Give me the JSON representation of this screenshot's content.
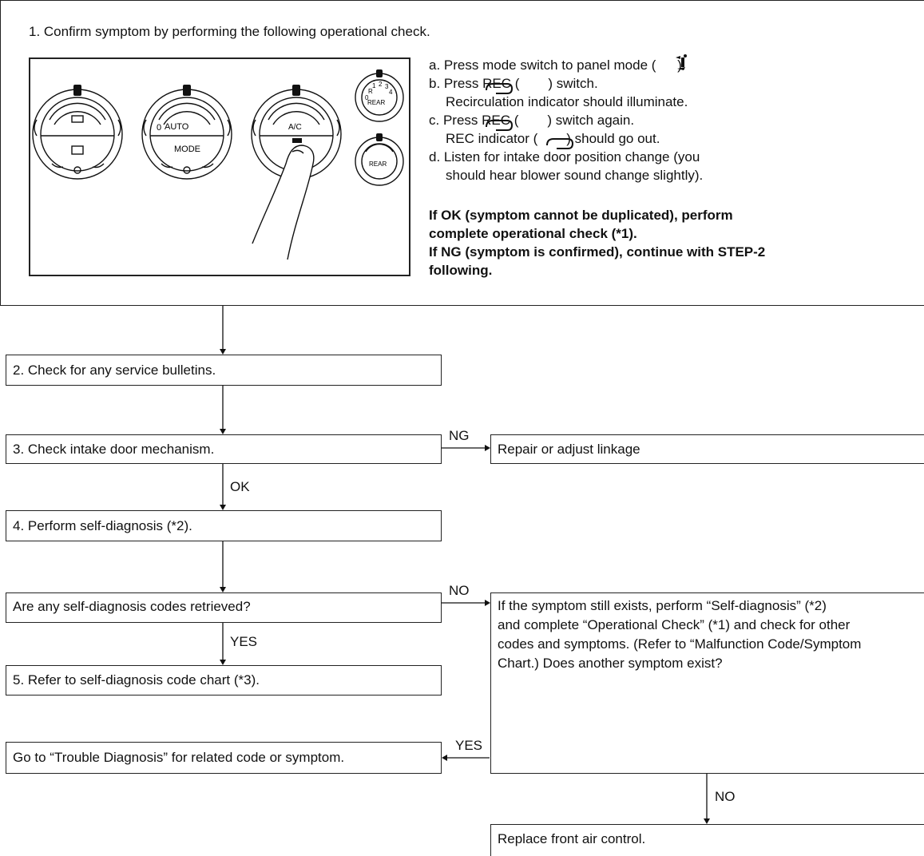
{
  "step1": {
    "title": "1. Confirm symptom by performing the following operational check.",
    "instructions": [
      "a. Press mode switch to panel mode (",
      " ).",
      "b. Press REC (",
      ") switch.",
      "Recirculation indicator should illuminate.",
      "c. Press REC (",
      ") switch again.",
      "REC indicator (",
      ") should go out.",
      "d. Listen for intake door position change (you",
      "should hear blower sound change slightly)."
    ],
    "result_ok": [
      "If OK (symptom cannot be duplicated), perform",
      "complete operational check (*1)."
    ],
    "result_ng": [
      "If NG (symptom is confirmed), continue with STEP-2",
      "following."
    ],
    "panel": {
      "knob_auto": "AUTO",
      "knob_mode": "MODE",
      "knob_zero": "0",
      "knob_ac": "A/C",
      "rear_upper": "REAR",
      "rear_lower": "REAR",
      "rear_scale": [
        "R",
        "1",
        "2",
        "3",
        "4",
        "0"
      ]
    }
  },
  "steps": {
    "s2": "2. Check for any service bulletins.",
    "s3": "3. Check intake door mechanism.",
    "repair": "Repair or adjust linkage",
    "s4": "4. Perform self-diagnosis (*2).",
    "q": "Are any self-diagnosis codes retrieved?",
    "s5": "5. Refer to self-diagnosis code chart (*3).",
    "trouble": "Go to “Trouble Diagnosis” for related code or symptom.",
    "symptom": [
      "If the symptom still exists, perform “Self-diagnosis” (*2)",
      "and complete “Operational Check” (*1) and check for other",
      "codes and symptoms. (Refer to “Malfunction Code/Symptom",
      "Chart.) Does another symptom exist?"
    ],
    "replace": "Replace front air control."
  },
  "labels": {
    "ng": "NG",
    "ok": "OK",
    "no1": "NO",
    "yes1": "YES",
    "yes2": "YES",
    "no2": "NO"
  }
}
